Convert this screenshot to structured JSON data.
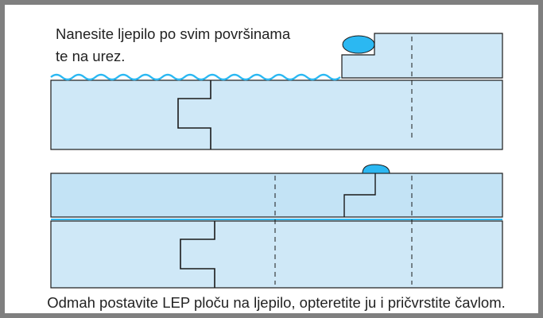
{
  "instruction": {
    "line1": "Nanesite ljepilo po svim površinama",
    "line2": "te na urez."
  },
  "caption": "Odmah postavite LEP ploču na ljepilo, opteretite ju i pričvrstite čavlom.",
  "colors": {
    "panel_fill": "#cfe8f7",
    "panel_fill_dark": "#c3e3f5",
    "glue": "#2bb8f2",
    "outline": "#1a1a1a",
    "frame": "#7f7f7f"
  }
}
